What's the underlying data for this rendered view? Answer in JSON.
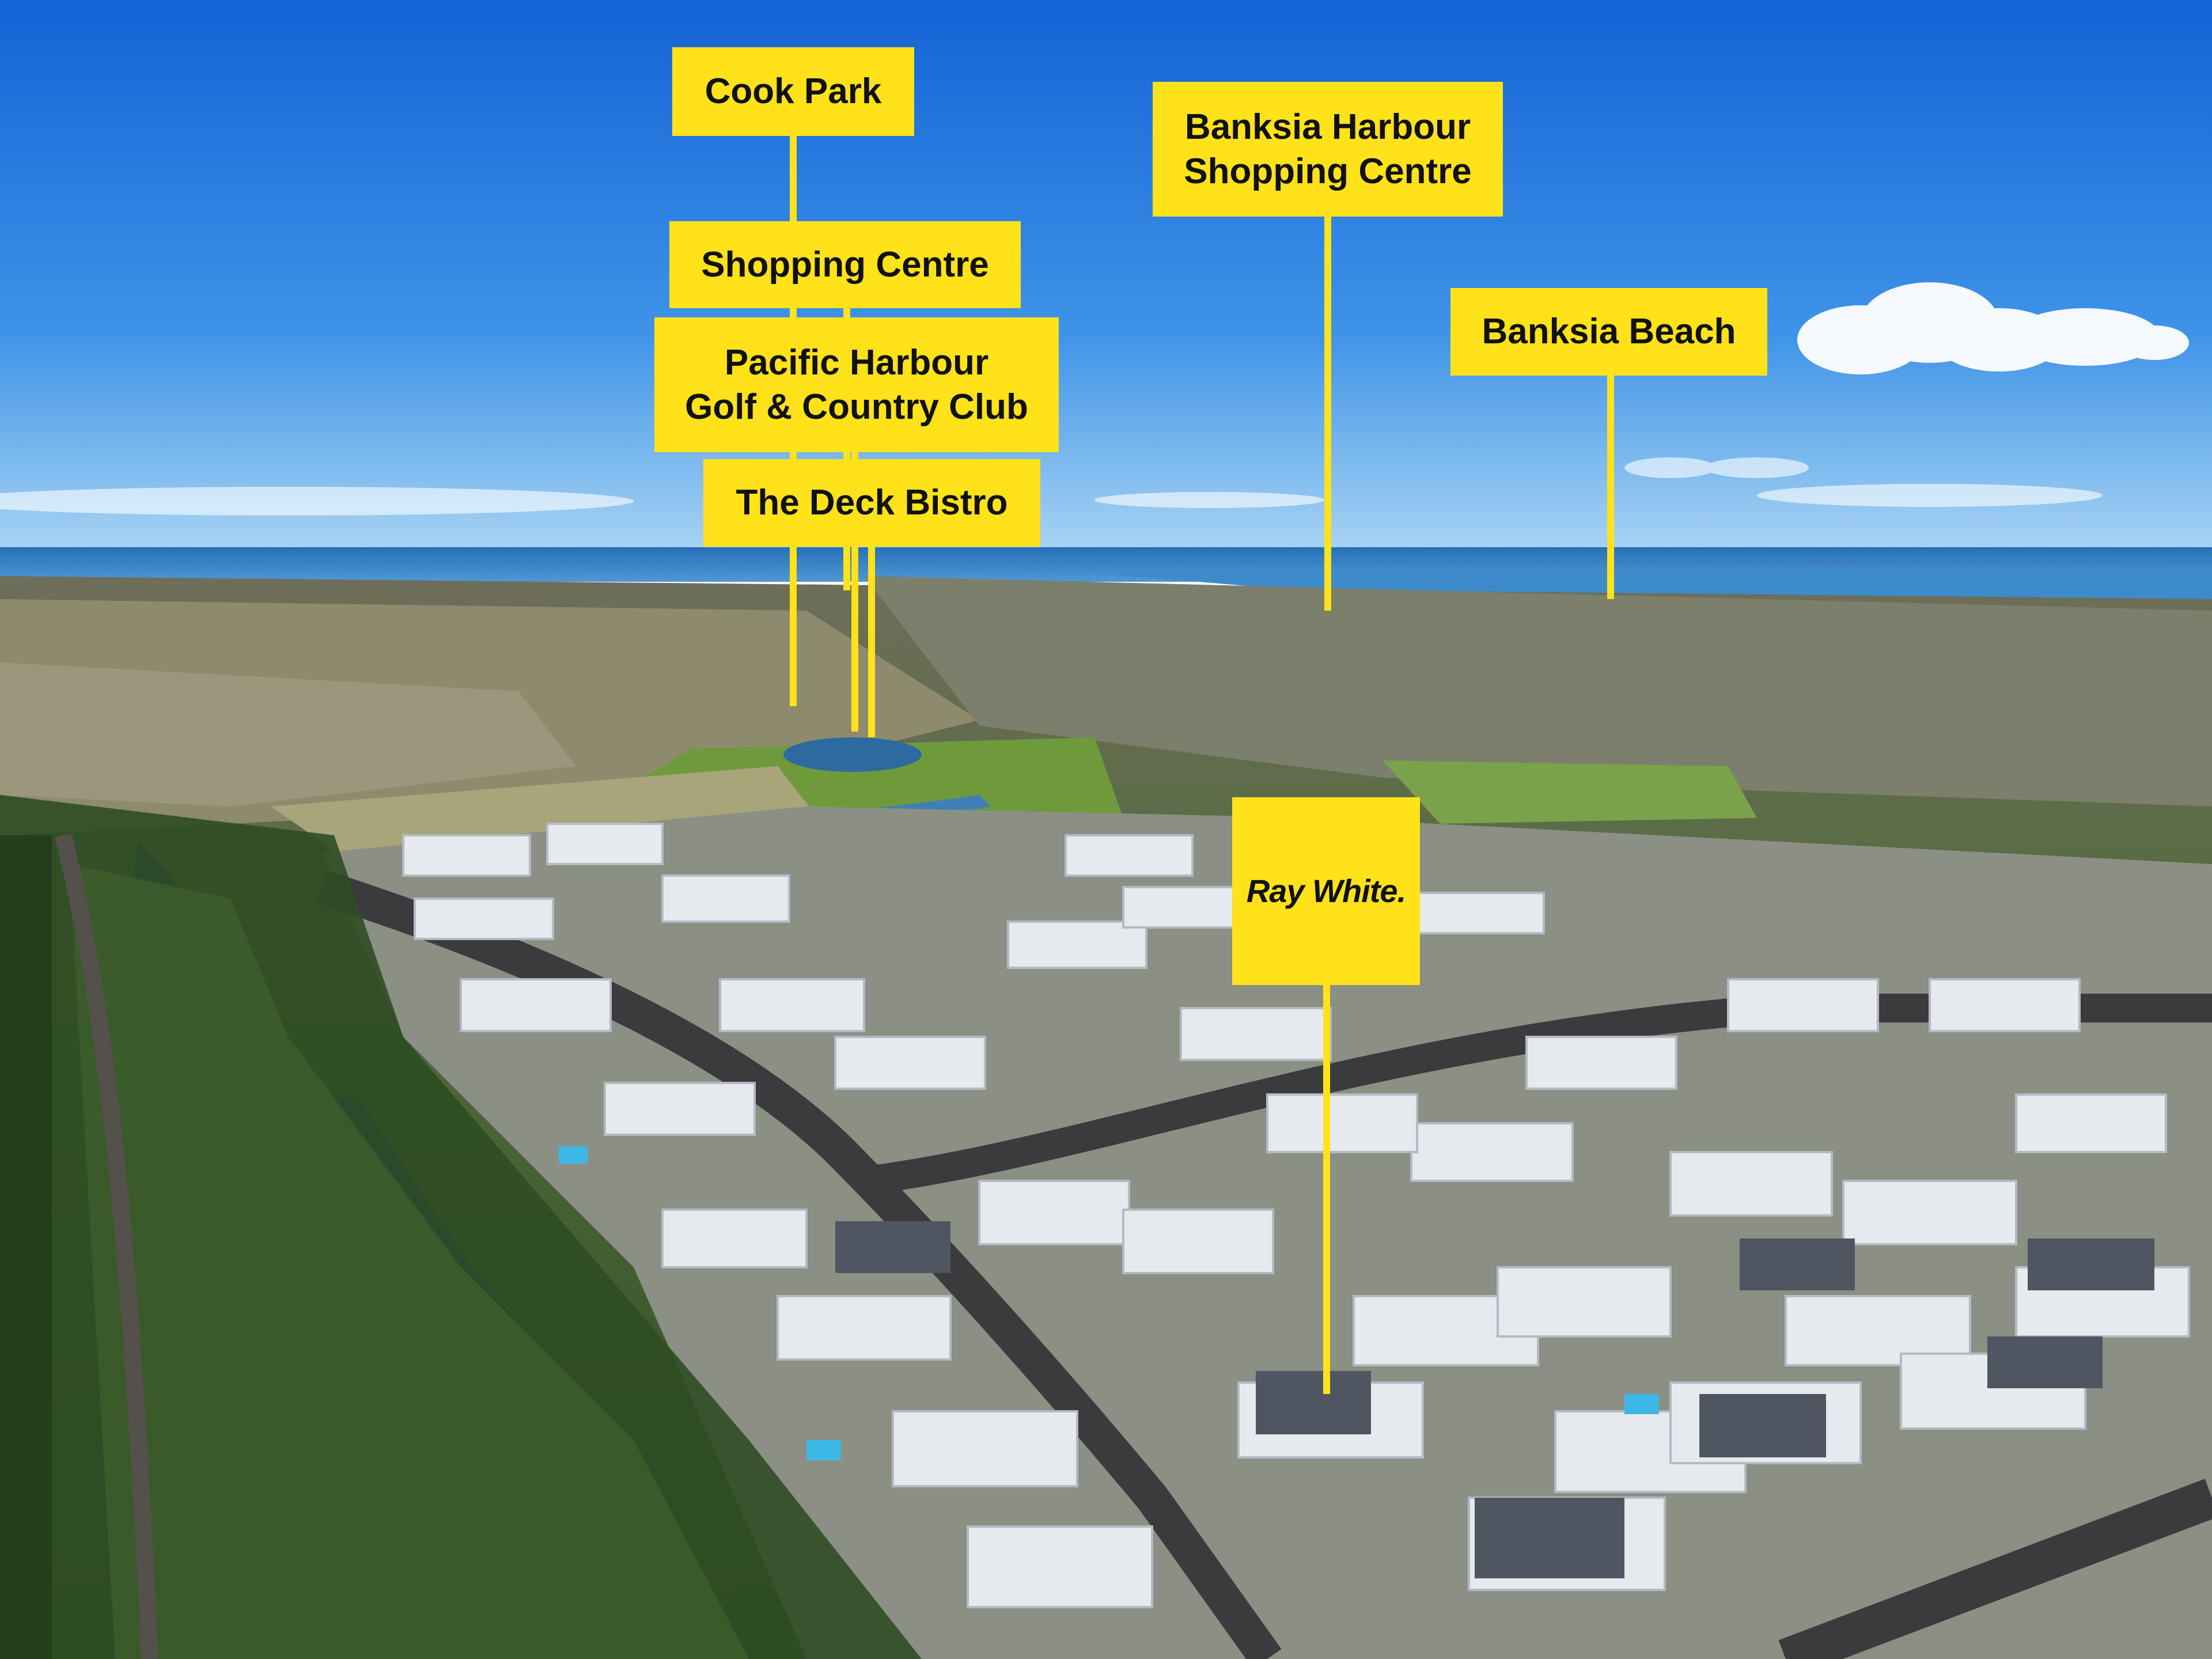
{
  "scene": {
    "description_colors": {
      "sky_top": "#1E74E0",
      "sky_horizon": "#8FC6F0",
      "sea": "#2F7FC2",
      "bush": "#5B6A45",
      "label_yellow": "#FFE21A"
    }
  },
  "labels": {
    "cook_park": "Cook Park",
    "shopping_centre": "Shopping Centre",
    "pacific_harbour_line1": "Pacific Harbour",
    "pacific_harbour_line2": "Golf & Country Club",
    "deck_bistro": "The Deck Bistro",
    "banksia_harbour_line1": "Banksia Harbour",
    "banksia_harbour_line2": "Shopping Centre",
    "banksia_beach": "Banksia Beach"
  },
  "brand": {
    "name": "Ray White",
    "dot": "."
  }
}
